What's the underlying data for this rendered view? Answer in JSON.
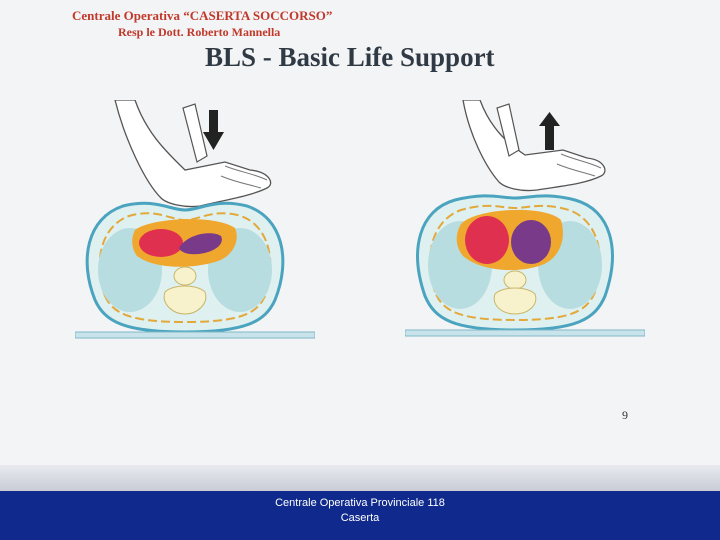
{
  "header": {
    "line1": "Centrale Operativa “CASERTA SOCCORSO”",
    "line2": "Resp le Dott. Roberto Mannella"
  },
  "title": "BLS - Basic Life Support",
  "illustrations": [
    {
      "arrow": "down-arrow-icon",
      "phase": "compression"
    },
    {
      "arrow": "up-arrow-icon",
      "phase": "release"
    }
  ],
  "page_number": "9",
  "footer": {
    "line1": "Centrale Operativa Provinciale 118",
    "line2": "Caserta"
  },
  "colors": {
    "header_text": "#c0392b",
    "title_text": "#303a44",
    "footer_bar": "#0f2a8c",
    "lung_fill": "#b8dde0",
    "heart_outer": "#f0a72e",
    "heart_red": "#e0304f",
    "heart_purple": "#7a3a8a"
  }
}
